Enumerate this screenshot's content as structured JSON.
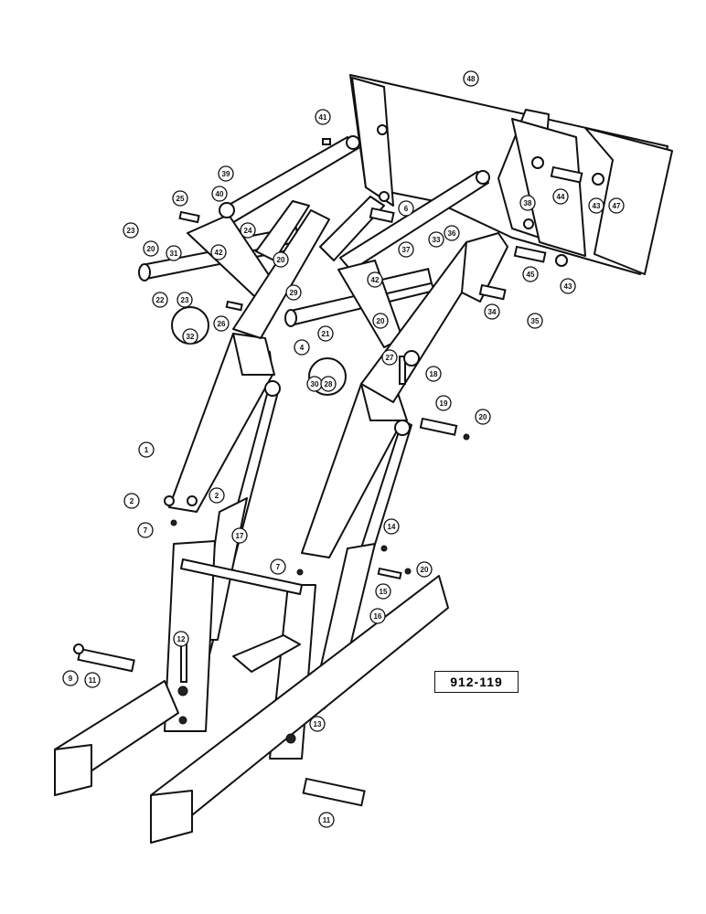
{
  "figure_code": "912-119",
  "callouts": [
    "48",
    "41",
    "39",
    "25",
    "40",
    "23",
    "20",
    "31",
    "42",
    "24",
    "20",
    "22",
    "23",
    "26",
    "32",
    "6",
    "36",
    "33",
    "37",
    "42",
    "29",
    "20",
    "21",
    "27",
    "4",
    "30",
    "28",
    "38",
    "44",
    "43",
    "47",
    "45",
    "43",
    "34",
    "35",
    "18",
    "1",
    "2",
    "2",
    "7",
    "17",
    "19",
    "20",
    "7",
    "14",
    "20",
    "15",
    "16",
    "12",
    "9",
    "11",
    "13",
    "11"
  ]
}
